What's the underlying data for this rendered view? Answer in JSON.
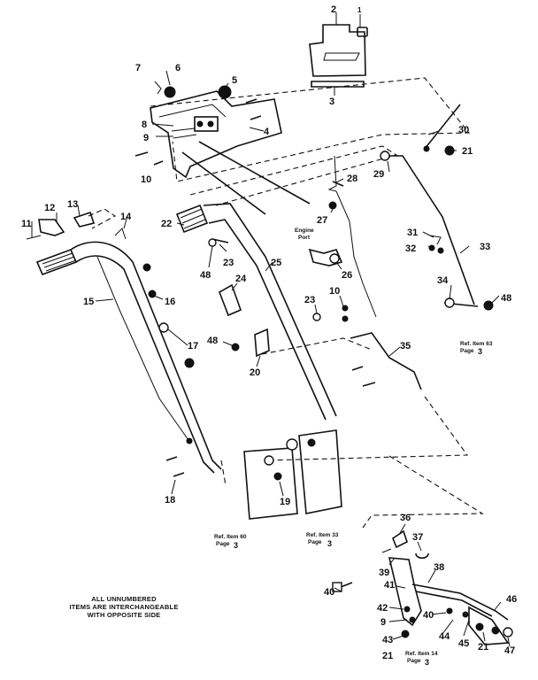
{
  "callouts": [
    {
      "id": "c2",
      "text": "2"
    },
    {
      "id": "c1",
      "text": "1"
    },
    {
      "id": "c3",
      "text": "3"
    },
    {
      "id": "c7",
      "text": "7"
    },
    {
      "id": "c6",
      "text": "6"
    },
    {
      "id": "c5",
      "text": "5"
    },
    {
      "id": "c8",
      "text": "8"
    },
    {
      "id": "c9a",
      "text": "9"
    },
    {
      "id": "c4",
      "text": "4"
    },
    {
      "id": "c10a",
      "text": "10"
    },
    {
      "id": "c30",
      "text": "30"
    },
    {
      "id": "c21a",
      "text": "21"
    },
    {
      "id": "c29",
      "text": "29"
    },
    {
      "id": "c28",
      "text": "28"
    },
    {
      "id": "c27",
      "text": "27"
    },
    {
      "id": "c22",
      "text": "22"
    },
    {
      "id": "c11",
      "text": "11"
    },
    {
      "id": "c12",
      "text": "12"
    },
    {
      "id": "c13",
      "text": "13"
    },
    {
      "id": "c14",
      "text": "14"
    },
    {
      "id": "c31",
      "text": "31"
    },
    {
      "id": "c32",
      "text": "32"
    },
    {
      "id": "c33",
      "text": "33"
    },
    {
      "id": "c23a",
      "text": "23"
    },
    {
      "id": "c48a",
      "text": "48"
    },
    {
      "id": "c25",
      "text": "25"
    },
    {
      "id": "c26",
      "text": "26"
    },
    {
      "id": "c24",
      "text": "24"
    },
    {
      "id": "c34",
      "text": "34"
    },
    {
      "id": "c48b",
      "text": "48"
    },
    {
      "id": "c15",
      "text": "15"
    },
    {
      "id": "c16",
      "text": "16"
    },
    {
      "id": "c10b",
      "text": "10"
    },
    {
      "id": "c23b",
      "text": "23"
    },
    {
      "id": "c17",
      "text": "17"
    },
    {
      "id": "c48c",
      "text": "48"
    },
    {
      "id": "c20",
      "text": "20"
    },
    {
      "id": "c35",
      "text": "35"
    },
    {
      "id": "c18",
      "text": "18"
    },
    {
      "id": "c19",
      "text": "19"
    },
    {
      "id": "c36",
      "text": "36"
    },
    {
      "id": "c37",
      "text": "37"
    },
    {
      "id": "c39",
      "text": "39"
    },
    {
      "id": "c38",
      "text": "38"
    },
    {
      "id": "c40a",
      "text": "40"
    },
    {
      "id": "c41",
      "text": "41"
    },
    {
      "id": "c46",
      "text": "46"
    },
    {
      "id": "c42",
      "text": "42"
    },
    {
      "id": "c40b",
      "text": "40"
    },
    {
      "id": "c9b",
      "text": "9"
    },
    {
      "id": "c44",
      "text": "44"
    },
    {
      "id": "c45",
      "text": "45"
    },
    {
      "id": "c43",
      "text": "43"
    },
    {
      "id": "c21b",
      "text": "21"
    },
    {
      "id": "c21c",
      "text": "21"
    },
    {
      "id": "c47",
      "text": "47"
    }
  ],
  "labels": {
    "engine_port_line1": "Engine",
    "engine_port_line2": "Port"
  },
  "references": [
    {
      "id": "r63",
      "line1": "Ref. Item 63",
      "line2": "Page",
      "page": "3"
    },
    {
      "id": "r60",
      "line1": "Ref. Item 60",
      "line2": "Page",
      "page": "3"
    },
    {
      "id": "r33",
      "line1": "Ref. Item 33",
      "line2": "Page",
      "page": "3"
    },
    {
      "id": "r14",
      "line1": "Ref. Item 14",
      "line2": "Page",
      "page": "3"
    }
  ],
  "note": {
    "line1": "ALL UNNUMBERED",
    "line2": "ITEMS ARE INTERCHANGEABLE",
    "line3": "WITH OPPOSITE SIDE"
  }
}
